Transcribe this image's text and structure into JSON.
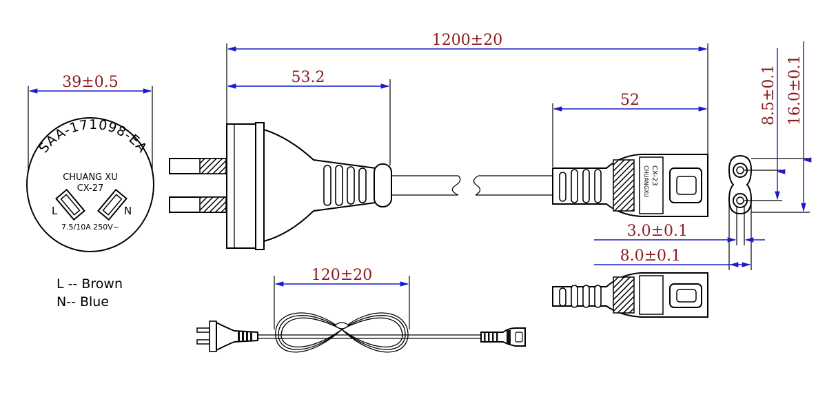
{
  "dimensions": {
    "plug_face_diameter": "39±0.5",
    "total_length": "1200±20",
    "plug_length": "53.2",
    "connector_length": "52",
    "coil_length": "120±20",
    "pin_spacing": "8.5±0.1",
    "connector_height": "16.0±0.1",
    "pin_diameter": "3.0±0.1",
    "connector_width": "8.0±0.1"
  },
  "plug_face": {
    "certification": "SAA-171098-EA",
    "brand": "CHUANG XU",
    "model": "CX-27",
    "rating": "7.5/10A 250V~",
    "left_pin": "L",
    "right_pin": "N"
  },
  "connector_marking": {
    "model": "CX-23",
    "brand": "CHUANGXU"
  },
  "legend": {
    "line1": "L -- Brown",
    "line2": "N-- Blue"
  },
  "colors": {
    "dimension_line": "#1a1acc",
    "dimension_text": "#8b1a1a",
    "outline": "#000000"
  }
}
